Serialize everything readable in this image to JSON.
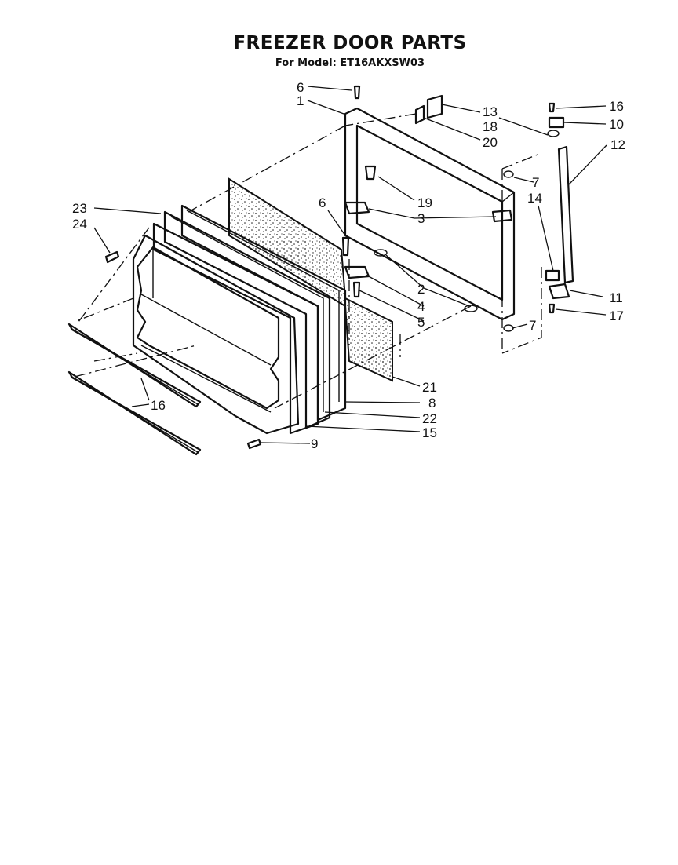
{
  "header": {
    "title": "FREEZER DOOR PARTS",
    "subtitle": "For Model: ET16AKXSW03"
  },
  "callouts": [
    "1",
    "2",
    "3",
    "4",
    "5",
    "6",
    "6",
    "7",
    "7",
    "8",
    "9",
    "10",
    "11",
    "12",
    "13",
    "14",
    "15",
    "16",
    "16",
    "17",
    "18",
    "19",
    "20",
    "21",
    "22",
    "23",
    "24"
  ]
}
